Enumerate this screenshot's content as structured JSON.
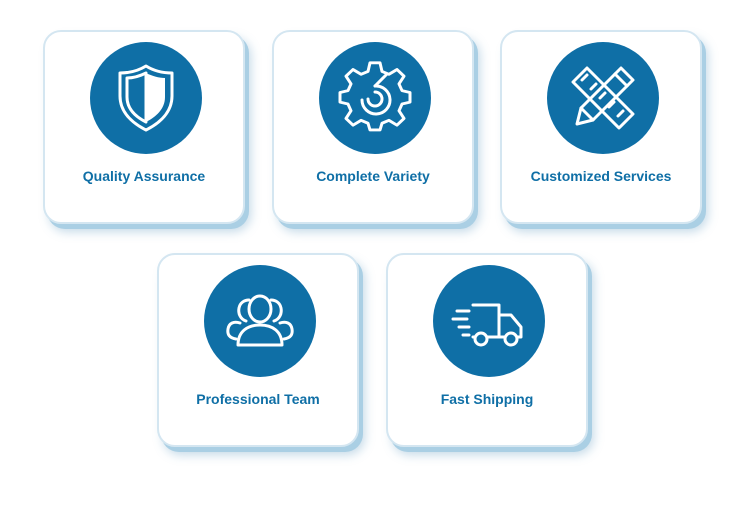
{
  "theme": {
    "accent": "#0f6fa6",
    "card_border": "#d4e6f1",
    "card_shadow": "#aacfe4"
  },
  "features": [
    {
      "label": "Quality Assurance",
      "icon": "shield-icon"
    },
    {
      "label": "Complete Variety",
      "icon": "gear-icon"
    },
    {
      "label": "Customized Services",
      "icon": "pencil-ruler-icon"
    },
    {
      "label": "Professional Team",
      "icon": "team-icon"
    },
    {
      "label": "Fast Shipping",
      "icon": "delivery-truck-icon"
    }
  ]
}
